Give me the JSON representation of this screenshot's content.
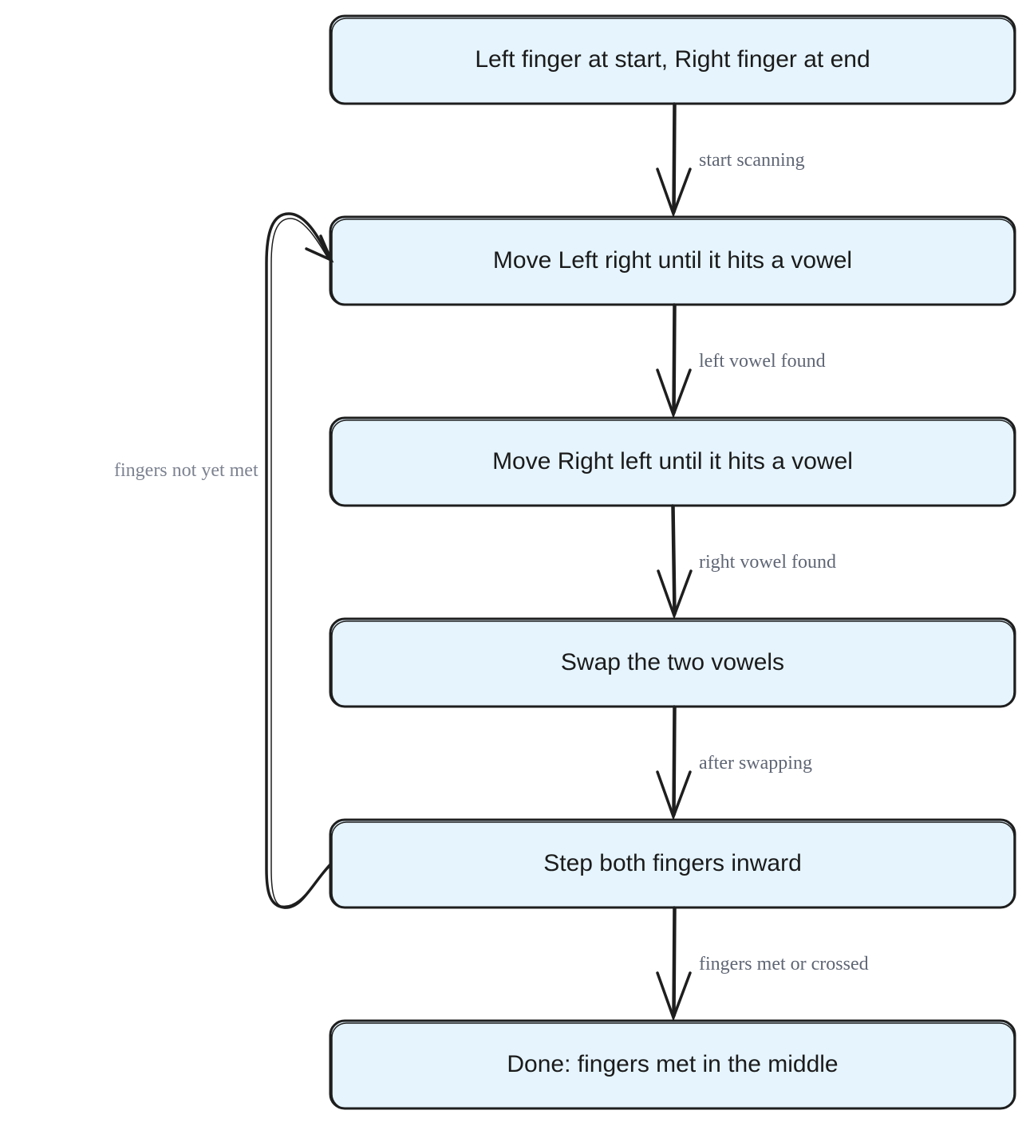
{
  "diagram": {
    "nodes": [
      {
        "id": "start",
        "label": "Left finger at start, Right finger at end"
      },
      {
        "id": "move-left",
        "label": "Move Left right until it hits a vowel"
      },
      {
        "id": "move-right",
        "label": "Move Right left until it hits a vowel"
      },
      {
        "id": "swap",
        "label": "Swap the two vowels"
      },
      {
        "id": "step",
        "label": "Step both fingers inward"
      },
      {
        "id": "done",
        "label": "Done: fingers met in the middle"
      }
    ],
    "edges": [
      {
        "from": "start",
        "to": "move-left",
        "label": "start scanning"
      },
      {
        "from": "move-left",
        "to": "move-right",
        "label": "left vowel found"
      },
      {
        "from": "move-right",
        "to": "swap",
        "label": "right vowel found"
      },
      {
        "from": "swap",
        "to": "step",
        "label": "after swapping"
      },
      {
        "from": "step",
        "to": "done",
        "label": "fingers met or crossed"
      },
      {
        "from": "step",
        "to": "move-left",
        "label": "fingers not yet met"
      }
    ],
    "colors": {
      "node_fill": "#e5f4fd",
      "stroke": "#1e1e1e",
      "edge_label": "#5f6675"
    }
  }
}
